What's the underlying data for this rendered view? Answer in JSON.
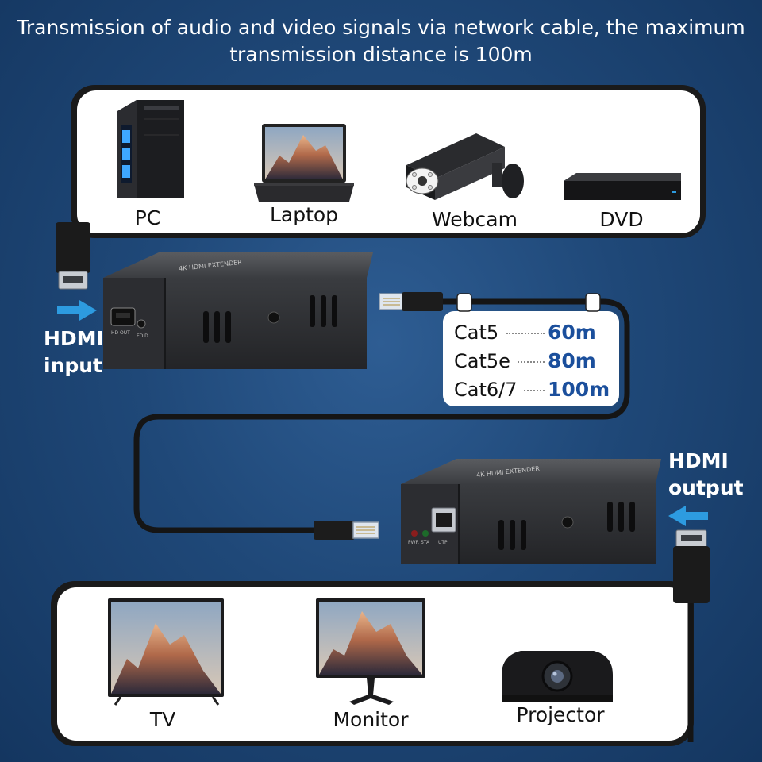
{
  "headline": {
    "line1": "Transmission of audio and video signals via network cable, the maximum",
    "line2": "transmission distance is 100m"
  },
  "sources": {
    "pc": "PC",
    "laptop": "Laptop",
    "webcam": "Webcam",
    "dvd": "DVD"
  },
  "hdmi_input": {
    "line1": "HDMI",
    "line2": "input"
  },
  "hdmi_output": {
    "line1": "HDMI",
    "line2": "output"
  },
  "cable_table": [
    {
      "cable": "Cat5",
      "distance": "60m"
    },
    {
      "cable": "Cat5e",
      "distance": "80m"
    },
    {
      "cable": "Cat6/7",
      "distance": "100m"
    }
  ],
  "transmitter": {
    "top_label": "4K HDMI EXTENDER",
    "port_hdmi": "HD OUT",
    "port_edid": "EDID"
  },
  "receiver": {
    "top_label": "4K HDMI EXTENDER",
    "led_pwr": "PWR",
    "led_sta": "STA",
    "port_utp": "UTP"
  },
  "displays": {
    "tv": "TV",
    "monitor": "Monitor",
    "projector": "Projector"
  },
  "colors": {
    "background": "#1f4878",
    "panel": "#ffffff",
    "cable": "#151515",
    "distance_text": "#1b4f9c",
    "arrow": "#2d9be0"
  }
}
